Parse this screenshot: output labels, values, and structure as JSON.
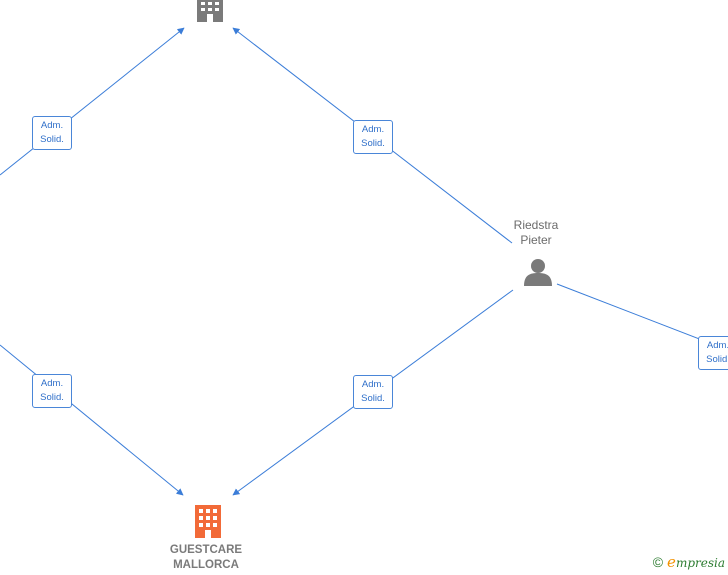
{
  "edge_labels": [
    {
      "line1": "Adm.",
      "line2": "Solid."
    },
    {
      "line1": "Adm.",
      "line2": "Solid."
    },
    {
      "line1": "Adm.",
      "line2": "Solid."
    },
    {
      "line1": "Adm.",
      "line2": "Solid."
    },
    {
      "line1": "Adm.",
      "line2": "Solid."
    }
  ],
  "person": {
    "line1": "Riedstra",
    "line2": "Pieter",
    "icon": "person-icon"
  },
  "company_main": {
    "line1": "GUESTCARE",
    "line2": "MALLORCA",
    "icon": "building-icon",
    "color": "#f26a38"
  },
  "company_top": {
    "icon": "building-icon",
    "color": "#7a7a7a"
  },
  "colors": {
    "edge": "#3b7dd8",
    "label_border": "#4a86d8"
  },
  "footer": {
    "symbol": "©",
    "brand_initial": "e",
    "brand_rest": "mpresia"
  }
}
